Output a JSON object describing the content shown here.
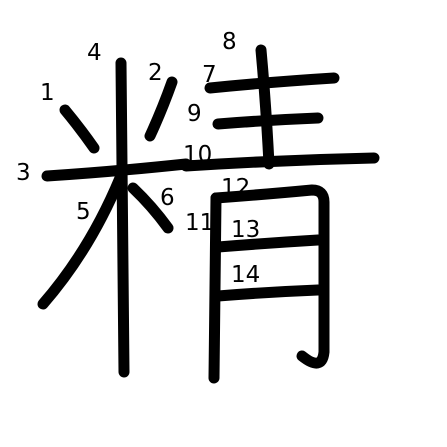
{
  "character": "精",
  "stroke_color": "#000000",
  "background_color": "#ffffff",
  "strokes": [
    {
      "order": 1,
      "label": "1"
    },
    {
      "order": 2,
      "label": "2"
    },
    {
      "order": 3,
      "label": "3"
    },
    {
      "order": 4,
      "label": "4"
    },
    {
      "order": 5,
      "label": "5"
    },
    {
      "order": 6,
      "label": "6"
    },
    {
      "order": 7,
      "label": "7"
    },
    {
      "order": 8,
      "label": "8"
    },
    {
      "order": 9,
      "label": "9"
    },
    {
      "order": 10,
      "label": "10"
    },
    {
      "order": 11,
      "label": "11"
    },
    {
      "order": 12,
      "label": "12"
    },
    {
      "order": 13,
      "label": "13"
    },
    {
      "order": 14,
      "label": "14"
    }
  ]
}
